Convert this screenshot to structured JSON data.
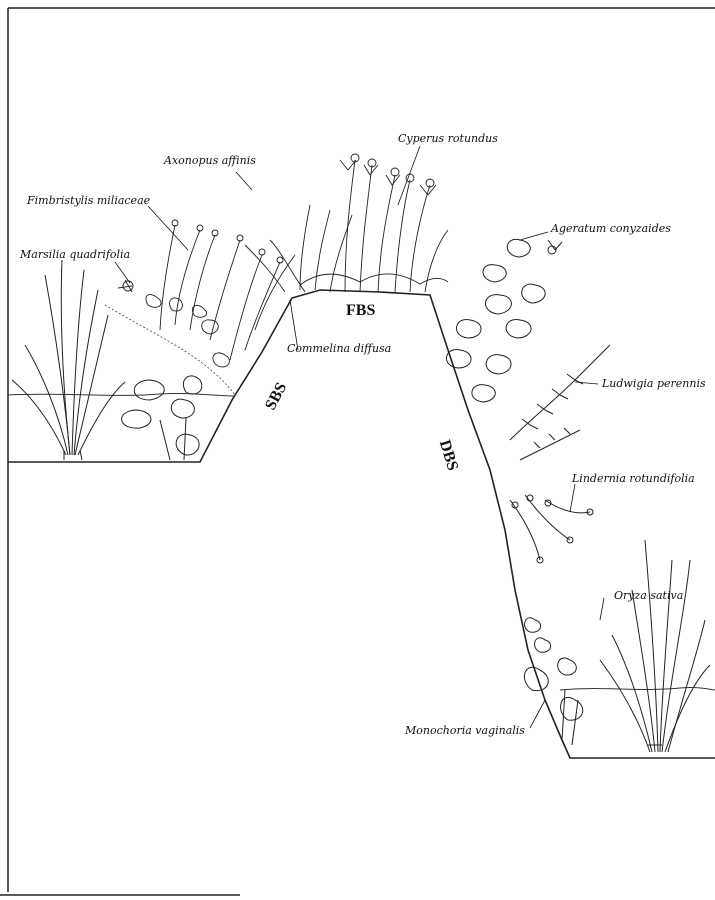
{
  "species_labels": {
    "cyperus": "Cyperus rotundus",
    "axonopus": "Axonopus affinis",
    "fimbristylis": "Fimbristylis miliaceae",
    "marsilia": "Marsilia quadrifolia",
    "ageratum": "Ageratum conyzaides",
    "commelina": "Commelina diffusa",
    "ludwigia": "Ludwigia perennis",
    "lindernia": "Lindernia rotundifolia",
    "oryza": "Oryza sativa",
    "monochoria": "Monochoria vaginalis"
  },
  "zone_labels": {
    "fbs": "FBS",
    "sbs": "SBS",
    "dbs": "DBS"
  }
}
